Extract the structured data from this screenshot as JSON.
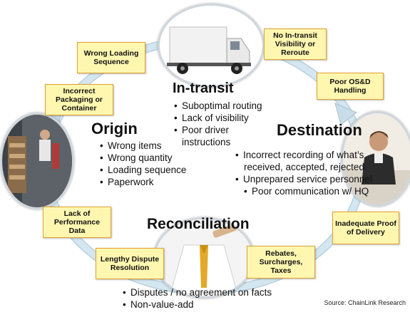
{
  "sections": {
    "in_transit": {
      "title": "In-transit",
      "bullets": [
        "Suboptimal routing",
        "Lack of visibility",
        "Poor driver",
        "instructions"
      ]
    },
    "origin": {
      "title": "Origin",
      "bullets": [
        "Wrong items",
        "Wrong quantity",
        "Loading sequence",
        "Paperwork"
      ]
    },
    "destination": {
      "title": "Destination",
      "bullets": [
        "Incorrect recording of what’s",
        "received, accepted, rejected",
        "Unprepared service personnel",
        "Poor communication w/ HQ"
      ]
    },
    "reconciliation": {
      "title": "Reconciliation",
      "bullets": [
        "Disputes / no agreement on facts",
        "Non-value-add"
      ]
    }
  },
  "callouts": {
    "wrong_loading": "Wrong Loading Sequence",
    "no_intransit": "No In-transit Visibility or Reroute",
    "incorrect_packaging": "Incorrect Packaging or Container",
    "poor_osd": "Poor OS&D Handling",
    "lack_performance": "Lack of Performance Data",
    "inadequate_pod": "Inadequate Proof of Delivery",
    "lengthy_dispute": "Lengthy Dispute Resolution",
    "rebates": "Rebates, Surcharges, Taxes"
  },
  "source": "Source: ChainLink Research",
  "colors": {
    "ring": "#d4e6ef",
    "ring_edge": "#b9d2df",
    "callout_fill": "#fff7b0",
    "callout_border": "#e0a030"
  }
}
